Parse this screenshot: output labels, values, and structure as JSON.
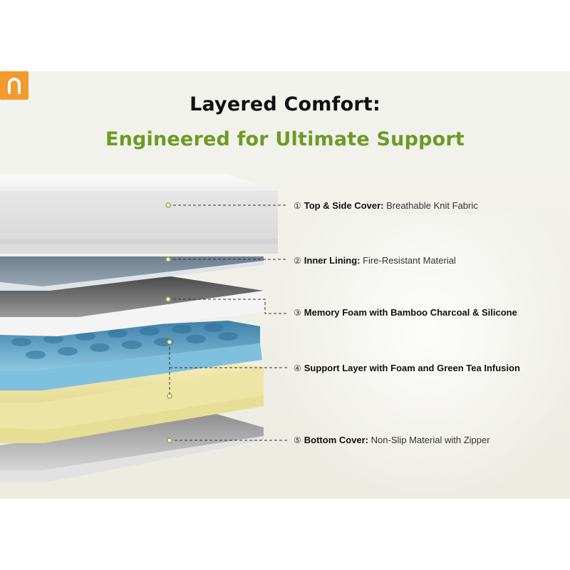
{
  "header": {
    "title": "Layered Comfort:",
    "subtitle": "Engineered for Ultimate Support"
  },
  "logo": {
    "icon": "arch-n-icon",
    "color": "#f29a2e"
  },
  "colors": {
    "accent_green": "#6e9a24",
    "cover_white": "#f5f5f5",
    "memory_foam_blue": "#79b9d8",
    "support_yellow": "#eee6a8",
    "bottom_gray": "#cfcfcf"
  },
  "layers": [
    {
      "number": "①",
      "highlight": "Top & Side Cover:",
      "description": " Breathable Knit Fabric"
    },
    {
      "number": "②",
      "highlight": "Inner Lining:",
      "description": " Fire-Resistant Material"
    },
    {
      "number": "③",
      "highlight": "Memory Foam with Bamboo Charcoal & Silicone",
      "description": ""
    },
    {
      "number": "④",
      "highlight": "Support Layer with Foam and Green Tea Infusion",
      "description": ""
    },
    {
      "number": "⑤",
      "highlight": "Bottom Cover:",
      "description": " Non-Slip Material with Zipper"
    }
  ]
}
